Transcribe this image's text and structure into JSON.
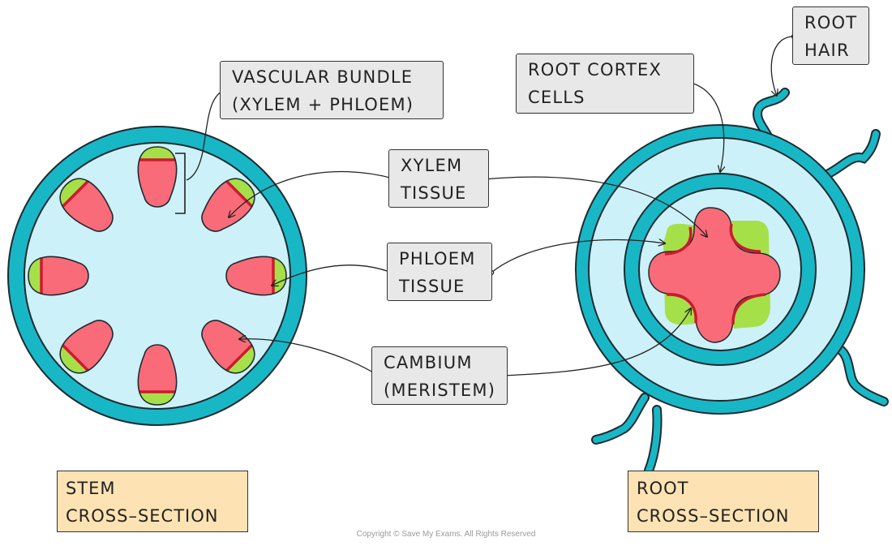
{
  "colors": {
    "tissue_teal": "#18b7c6",
    "ground_light_blue": "#cdf1f8",
    "xylem_red": "#f96b79",
    "phloem_green": "#a6e048",
    "cambium_line": "#cc1a2f",
    "label_box_bg": "#e8e8e8",
    "caption_box_bg": "#fde3b3",
    "outline": "#1f2a30"
  },
  "labels": {
    "vascular_bundle": [
      "VASCULAR BUNDLE",
      "(XYLEM + PHLOEM)"
    ],
    "xylem": [
      "XYLEM",
      "TISSUE"
    ],
    "phloem": [
      "PHLOEM",
      "TISSUE"
    ],
    "cambium": [
      "CAMBIUM",
      "(MERISTEM)"
    ],
    "root_cortex": [
      "ROOT CORTEX",
      "CELLS"
    ],
    "root_hair": [
      "ROOT",
      "HAIR"
    ]
  },
  "captions": {
    "stem": [
      "STEM",
      "CROSS–SECTION"
    ],
    "root": [
      "ROOT",
      "CROSS–SECTION"
    ]
  },
  "copyright": "Copyright © Save My Exams. All Rights Reserved"
}
